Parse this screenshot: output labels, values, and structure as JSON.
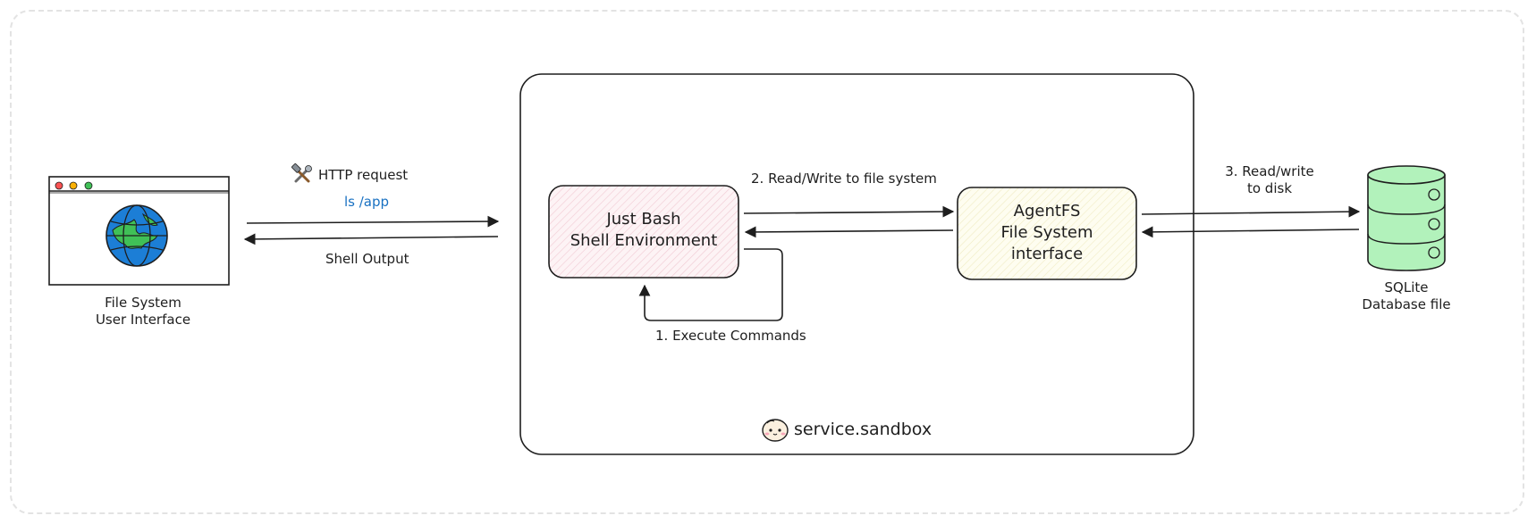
{
  "browser": {
    "caption_line1": "File System",
    "caption_line2": "User Interface",
    "icon": "globe-icon"
  },
  "http": {
    "request_label": "HTTP request",
    "request_icon": "tools-icon",
    "command": "ls /app",
    "response_label": "Shell Output"
  },
  "sandbox": {
    "label": "service.sandbox",
    "icon": "bun-mascot-icon"
  },
  "just_bash": {
    "line1": "Just Bash",
    "line2": "Shell Environment"
  },
  "agentfs": {
    "line1": "AgentFS",
    "line2": "File System",
    "line3": "interface"
  },
  "steps": {
    "execute": "1. Execute Commands",
    "read_write_fs": "2. Read/Write to file system",
    "disk_line1": "3. Read/write",
    "disk_line2": "to disk"
  },
  "database": {
    "line1": "SQLite",
    "line2": "Database file",
    "icon": "database-icon"
  },
  "colors": {
    "command_blue": "#1971c2",
    "db_green": "#b2f2bb",
    "globe_blue": "#1c7ed6",
    "globe_green": "#40c057"
  }
}
